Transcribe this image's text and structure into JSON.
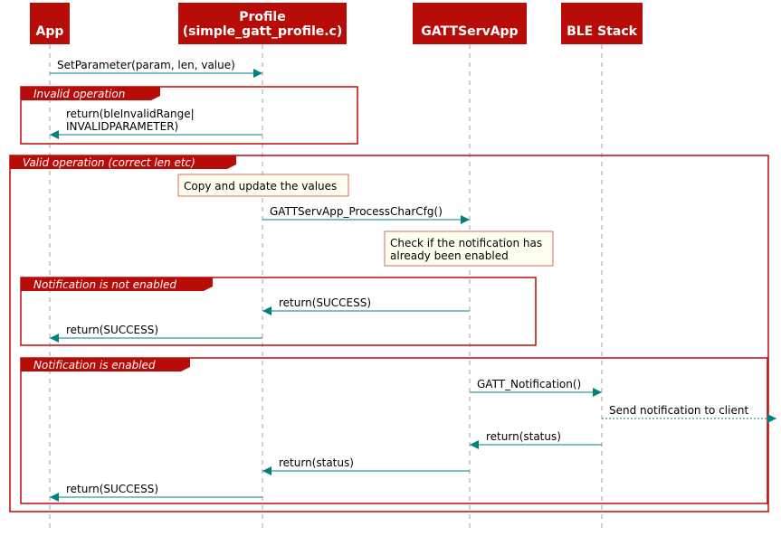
{
  "colors": {
    "participant_fill": "#B80C09",
    "participant_text": "#FFFFFF",
    "frame_border": "#B80C09",
    "frame_tab_fill": "#B80C09",
    "frame_tab_text": "#FFFFFF",
    "arrow": "#008080",
    "lifeline": "#A0A0A0",
    "note_fill": "#FFFFF0",
    "note_border": "#B80C09",
    "message_text": "#000000"
  },
  "participants": [
    {
      "id": "app",
      "lines": [
        "App"
      ]
    },
    {
      "id": "profile",
      "lines": [
        "Profile",
        "(simple_gatt_profile.c)"
      ]
    },
    {
      "id": "gatt",
      "lines": [
        "GATTServApp"
      ]
    },
    {
      "id": "ble",
      "lines": [
        "BLE Stack"
      ]
    }
  ],
  "frames": [
    {
      "id": "invalid",
      "label": "Invalid operation"
    },
    {
      "id": "valid",
      "label": "Valid operation (correct len etc)"
    },
    {
      "id": "not-enabled",
      "label": "Notification is not enabled"
    },
    {
      "id": "enabled",
      "label": "Notification is enabled"
    }
  ],
  "notes": [
    {
      "id": "copy-update",
      "lines": [
        "Copy and update the values"
      ]
    },
    {
      "id": "check-notification",
      "lines": [
        "Check if the notification has",
        "already been enabled"
      ]
    }
  ],
  "messages": [
    {
      "id": "set-parameter",
      "from": "app",
      "to": "profile",
      "style": "solid",
      "lines": [
        "SetParameter(param, len, value)"
      ]
    },
    {
      "id": "return-invalid",
      "from": "profile",
      "to": "app",
      "style": "solid",
      "lines": [
        "return(bleInvalidRange|",
        "INVALIDPARAMETER)"
      ]
    },
    {
      "id": "process-char-cfg",
      "from": "profile",
      "to": "gatt",
      "style": "solid",
      "lines": [
        "GATTServApp_ProcessCharCfg()"
      ]
    },
    {
      "id": "return-success-gatt",
      "from": "gatt",
      "to": "profile",
      "style": "solid",
      "lines": [
        "return(SUCCESS)"
      ]
    },
    {
      "id": "return-success-app-1",
      "from": "profile",
      "to": "app",
      "style": "solid",
      "lines": [
        "return(SUCCESS)"
      ]
    },
    {
      "id": "gatt-notification",
      "from": "gatt",
      "to": "ble",
      "style": "solid",
      "lines": [
        "GATT_Notification()"
      ]
    },
    {
      "id": "send-notification",
      "from": "ble",
      "to": "client",
      "style": "dotted",
      "lines": [
        "Send notification to client"
      ]
    },
    {
      "id": "return-status-ble",
      "from": "ble",
      "to": "gatt",
      "style": "solid",
      "lines": [
        "return(status)"
      ]
    },
    {
      "id": "return-status-gatt",
      "from": "gatt",
      "to": "profile",
      "style": "solid",
      "lines": [
        "return(status)"
      ]
    },
    {
      "id": "return-success-app-2",
      "from": "profile",
      "to": "app",
      "style": "solid",
      "lines": [
        "return(SUCCESS)"
      ]
    }
  ]
}
